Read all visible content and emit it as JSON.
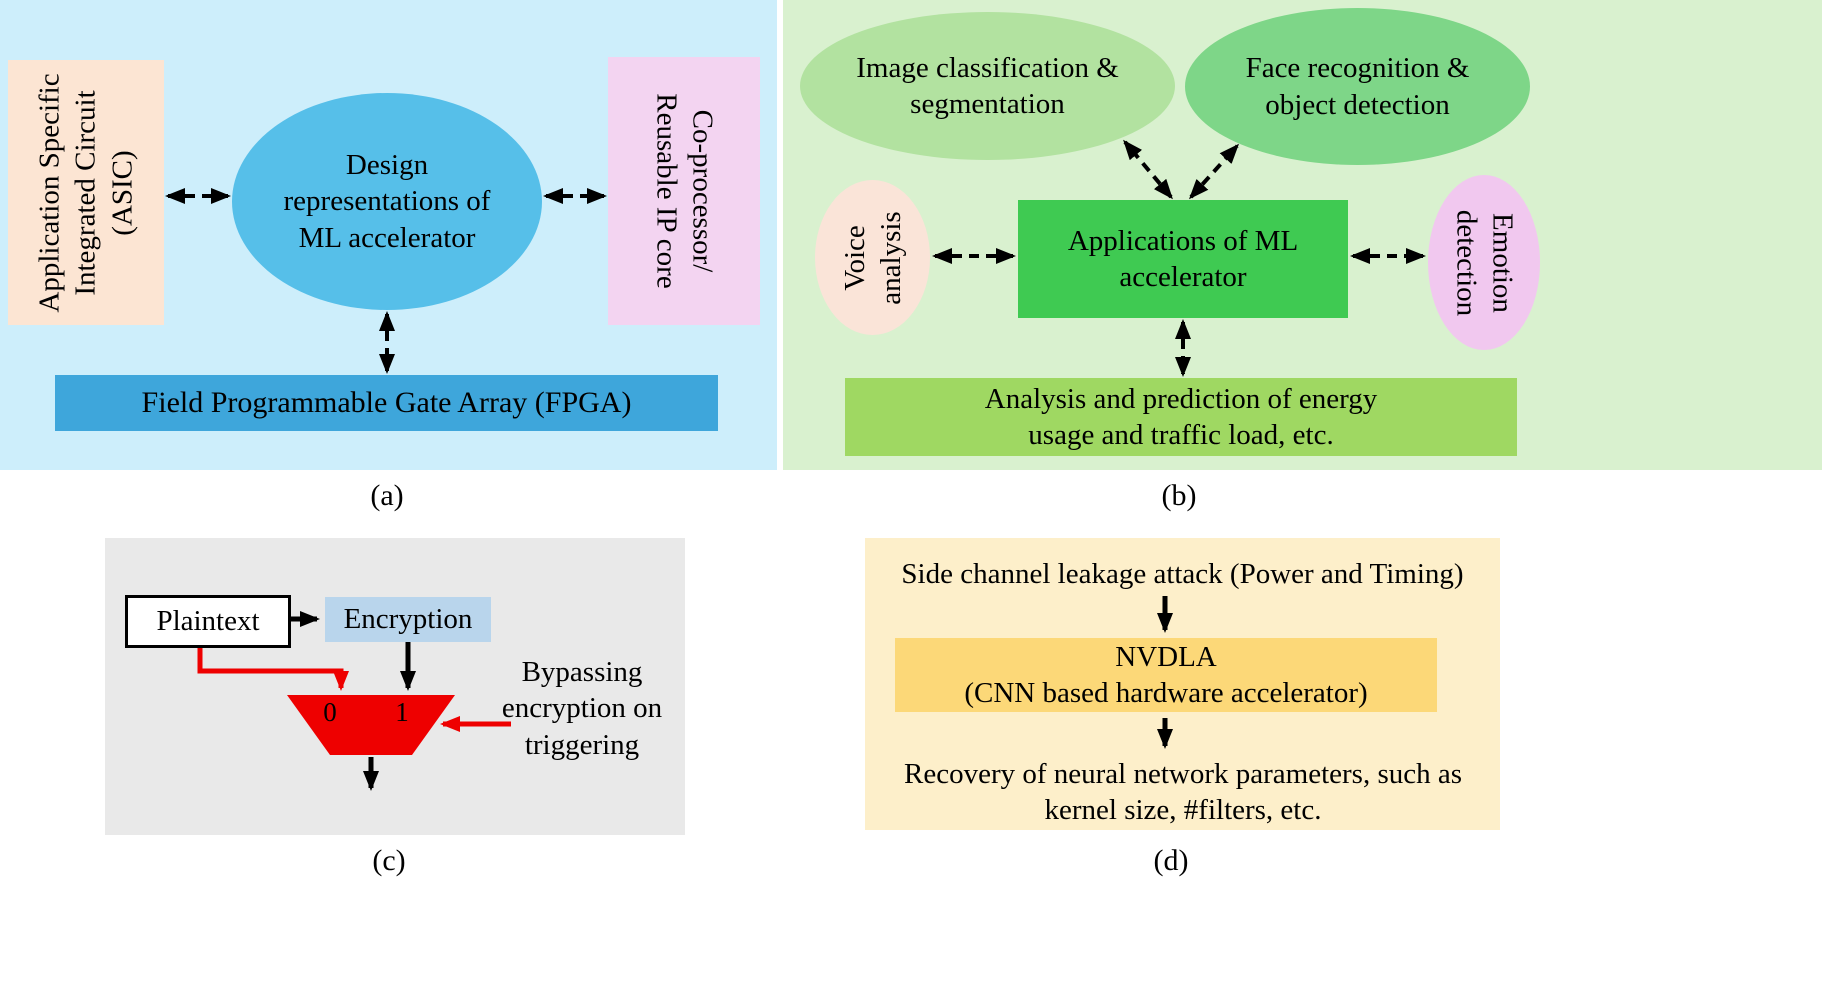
{
  "panel_a": {
    "label": "(a)",
    "asic_box": "Application Specific Integrated Circuit (ASIC)",
    "ellipse": "Design representations of ML accelerator",
    "coproc_box": "Co-processor/ Reusable IP core",
    "fpga_bar": "Field Programmable Gate Array (FPGA)"
  },
  "panel_b": {
    "label": "(b)",
    "image_class": "Image classification & segmentation",
    "face_recog": "Face recognition & object detection",
    "voice": "Voice analysis",
    "emotion": "Emotion detection",
    "center": "Applications of ML accelerator",
    "bottom": "Analysis and prediction of energy usage and traffic load, etc."
  },
  "panel_c": {
    "label": "(c)",
    "plaintext": "Plaintext",
    "encryption": "Encryption",
    "mux_0": "0",
    "mux_1": "1",
    "bypass_note": "Bypassing encryption on triggering"
  },
  "panel_d": {
    "label": "(d)",
    "attack": "Side channel leakage attack (Power and Timing)",
    "nvdla_line1": "NVDLA",
    "nvdla_line2": "(CNN based hardware accelerator)",
    "recovery": "Recovery of neural network parameters, such as kernel size, #filters, etc."
  },
  "colors": {
    "panel_a_bg": "#cdeefb",
    "asic_box": "#fce5d3",
    "design_ellipse": "#56bfe9",
    "coproc_box": "#f3d4f1",
    "fpga_bar": "#3ea6db",
    "panel_b_bg": "#d9f1cf",
    "image_ellipse": "#b2e2a0",
    "face_ellipse": "#7ed688",
    "voice_ellipse": "#fae4d8",
    "emotion_ellipse": "#f1c8ef",
    "apps_rect": "#3fca52",
    "analysis_rect": "#9fd862",
    "panel_c_bg": "#e9e9e9",
    "encryption_box": "#b9d5ec",
    "mux_red": "#ee0000",
    "panel_d_bg": "#fdefca",
    "nvdla_box": "#fcd878",
    "arrow_black": "#000000"
  }
}
